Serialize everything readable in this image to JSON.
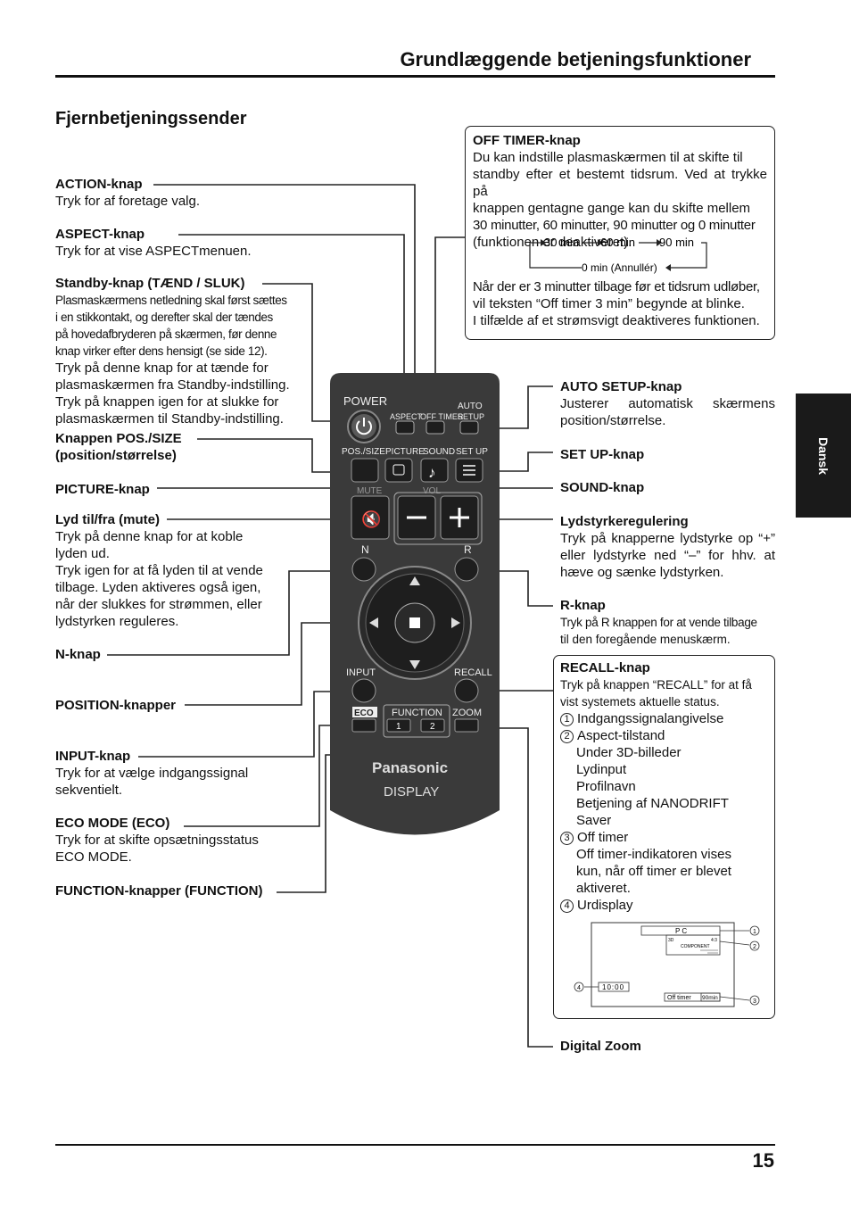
{
  "header": {
    "title": "Grundlæggende betjeningsfunktioner",
    "page_number": "15",
    "side_tab": "Dansk"
  },
  "section_title": "Fjernbetjeningssender",
  "left_labels": {
    "action": {
      "title": "ACTION-knap",
      "desc": "Tryk for af foretage valg."
    },
    "aspect": {
      "title": "ASPECT-knap",
      "desc": "Tryk for at vise ASPECTmenuen."
    },
    "standby": {
      "title": "Standby-knap (TÆND / SLUK)",
      "note": [
        "Plasmaskærmens netledning skal først sættes",
        "i en stikkontakt, og derefter skal der tændes",
        "på hovedafbryderen på skærmen, før denne",
        "knap virker efter dens hensigt (se side 12)."
      ],
      "desc": [
        "Tryk på denne knap for at tænde for",
        "plasmaskærmen fra Standby-indstilling.",
        "Tryk på knappen igen for at slukke for",
        "plasmaskærmen til Standby-indstilling."
      ]
    },
    "pos_size": {
      "title1": "Knappen POS./SIZE",
      "title2": "(position/størrelse)"
    },
    "picture": {
      "title": "PICTURE-knap"
    },
    "mute": {
      "title": "Lyd til/fra (mute)",
      "desc": [
        "Tryk på denne knap for at koble",
        "lyden ud.",
        "Tryk igen for at få lyden til at vende",
        "tilbage. Lyden aktiveres også igen,",
        "når der slukkes for strømmen, eller",
        "lydstyrken reguleres."
      ]
    },
    "n_button": {
      "title": "N-knap"
    },
    "position": {
      "title": "POSITION-knapper"
    },
    "input": {
      "title": "INPUT-knap",
      "desc": [
        "Tryk for at vælge indgangssignal",
        "sekventielt."
      ]
    },
    "eco": {
      "title": "ECO MODE (ECO)",
      "desc": [
        "Tryk for at skifte opsætningsstatus",
        "ECO MODE."
      ]
    },
    "function": {
      "title": "FUNCTION-knapper (FUNCTION)"
    }
  },
  "off_timer_box": {
    "title": "OFF TIMER-knap",
    "desc": [
      "Du kan indstille plasmaskærmen til at skifte til",
      "standby efter et bestemt tidsrum. Ved at trykke på",
      "knappen gentagne gange kan du skifte mellem",
      "30 minutter, 60 minutter, 90 minutter og 0 minutter",
      "(funktionen er deaktiveret)."
    ],
    "cycle": [
      "30 min",
      "60 min",
      "90 min",
      "0 min (Annullér)"
    ],
    "note": [
      "Når der er 3 minutter tilbage før et tidsrum udløber,",
      "vil teksten “Off timer 3 min” begynde at blinke.",
      "I tilfælde af et strømsvigt deaktiveres funktionen."
    ]
  },
  "right_labels": {
    "auto_setup": {
      "title": "AUTO SETUP-knap",
      "desc": [
        "Justerer automatisk skærmens",
        "position/størrelse."
      ]
    },
    "set_up": {
      "title": "SET UP-knap"
    },
    "sound": {
      "title": "SOUND-knap"
    },
    "volume": {
      "title": "Lydstyrkeregulering",
      "desc": [
        "Tryk på knapperne lydstyrke op “+”",
        "eller lydstyrke ned “–” for hhv. at",
        "hæve og sænke lydstyrken."
      ]
    },
    "r_button": {
      "title": "R-knap",
      "desc": [
        "Tryk på R knappen for at vende tilbage",
        "til den foregående menuskærm."
      ]
    },
    "digital_zoom": {
      "title": "Digital Zoom"
    }
  },
  "recall_box": {
    "title": "RECALL-knap",
    "desc": [
      "Tryk på knappen “RECALL” for at få",
      "vist systemets aktuelle status."
    ],
    "items": [
      {
        "num": "1",
        "text": "Indgangssignalangivelse",
        "sub": []
      },
      {
        "num": "2",
        "text": "Aspect-tilstand",
        "sub": [
          "Under 3D-billeder",
          "Lydinput",
          "Profilnavn",
          "Betjening af NANODRIFT",
          "Saver"
        ]
      },
      {
        "num": "3",
        "text": "Off timer",
        "sub": [
          "Off timer-indikatoren vises",
          "kun, når off timer er blevet",
          "aktiveret."
        ]
      },
      {
        "num": "4",
        "text": "Urdisplay",
        "sub": []
      }
    ],
    "screen": {
      "pc": "PC",
      "aspect": "4:3",
      "mode": "3D",
      "audio": "COMPONENT",
      "clock": "10:00",
      "off_timer": "Off  timer",
      "off_value": "90min",
      "markers": [
        "1",
        "2",
        "3",
        "4"
      ]
    }
  },
  "remote": {
    "power": "POWER",
    "auto": "AUTO",
    "aspect": "ASPECT",
    "off_timer": "OFF TIMER",
    "setup": "SETUP",
    "pos_size": "POS./SIZE",
    "picture": "PICTURE",
    "sound": "SOUND",
    "set_up": "SET UP",
    "mute": "MUTE",
    "vol": "VOL",
    "n": "N",
    "r": "R",
    "input": "INPUT",
    "recall": "RECALL",
    "eco": "ECO",
    "function": "FUNCTION",
    "f1": "1",
    "f2": "2",
    "zoom": "ZOOM",
    "brand": "Panasonic",
    "display": "DISPLAY"
  },
  "colors": {
    "remote_body": "#3a3a3a",
    "tab_bg": "#1a1a1a"
  }
}
